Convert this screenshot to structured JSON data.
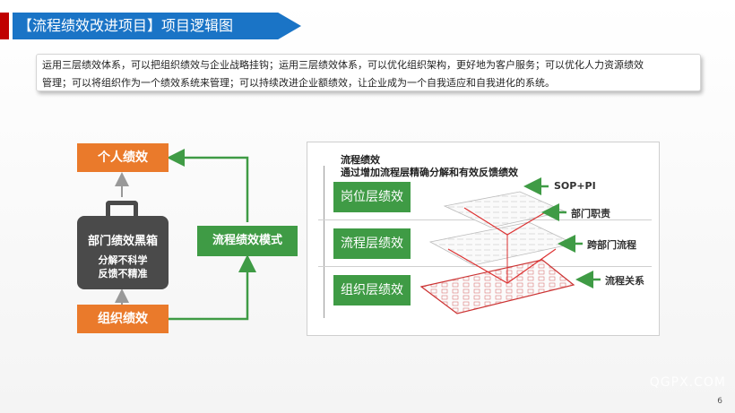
{
  "header": {
    "title": "【流程绩效改进项目】项目逻辑图"
  },
  "intro": {
    "line1": "运用三层绩效体系，可以把组织绩效与企业战略挂钩；运用三层绩效体系，可以优化组织架构，更好地为客户服务；可以优化人力资源绩效",
    "line2": "管理；可以将组织作为一个绩效系统来管理；可以持续改进企业额绩效，让企业成为一个自我适应和自我进化的系统。"
  },
  "left_diagram": {
    "personal": "个人绩效",
    "blackbox_title": "部门绩效黑箱",
    "blackbox_line1": "分解不科学",
    "blackbox_line2": "反馈不精准",
    "org": "组织绩效",
    "mode": "流程绩效模式"
  },
  "panel": {
    "heading1": "流程绩效",
    "heading2": "通过增加流程层精确分解和有效反馈绩效",
    "layers": [
      "岗位层绩效",
      "流程层绩效",
      "组织层绩效"
    ],
    "labels": [
      "SOP+PI",
      "部门职责",
      "跨部门流程",
      "流程关系"
    ]
  },
  "colors": {
    "accent": "#1a74c6",
    "orange": "#ea7a2b",
    "green": "#3f9b45",
    "dark": "#4a4a4a"
  },
  "footer": {
    "watermark": "QGPX.COM",
    "page": "6"
  }
}
